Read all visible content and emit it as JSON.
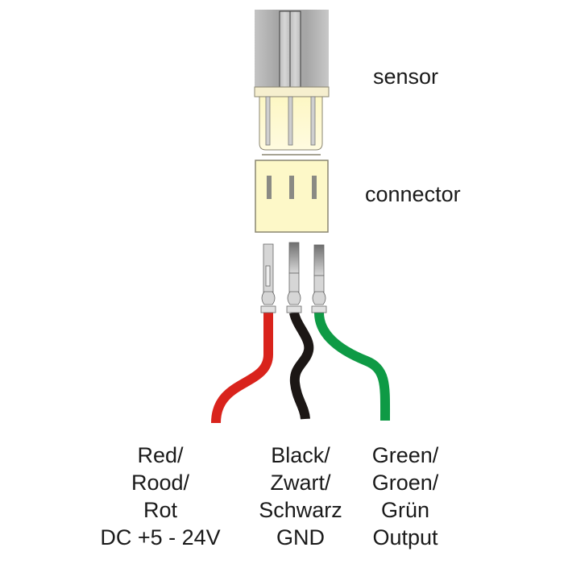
{
  "labels": {
    "sensor": "sensor",
    "connector": "connector"
  },
  "wires": [
    {
      "id": "red",
      "color": "#d9231c",
      "lines": [
        "Red/",
        "Rood/",
        "Rot",
        "DC +5 - 24V"
      ]
    },
    {
      "id": "black",
      "color": "#1c1715",
      "lines": [
        "Black/",
        "Zwart/",
        "Schwarz",
        "GND"
      ]
    },
    {
      "id": "green",
      "color": "#0e9a45",
      "lines": [
        "Green/",
        "Groen/",
        "Grün",
        "Output"
      ]
    }
  ],
  "colors": {
    "sensor_body": "#a8a8a8",
    "connector_body": "#fdf8c8",
    "connector_outline": "#8a8570",
    "pin_metal": "#cfcfcf"
  }
}
